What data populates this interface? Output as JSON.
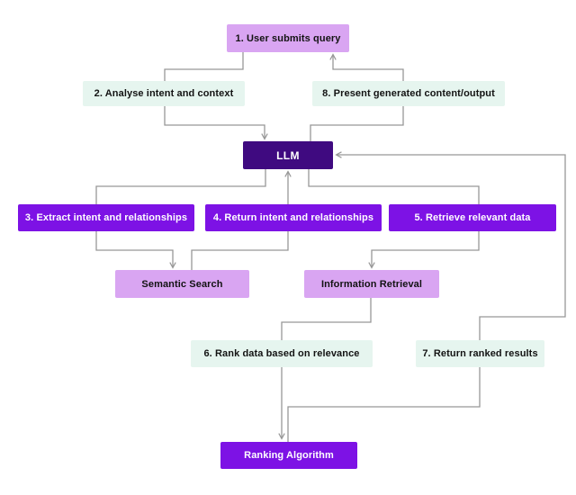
{
  "diagram": {
    "nodes": [
      {
        "id": "user_query",
        "label": "1. User submits query"
      },
      {
        "id": "analyse_intent",
        "label": "2. Analyse intent and context"
      },
      {
        "id": "present_output",
        "label": "8. Present generated content/output"
      },
      {
        "id": "llm",
        "label": "LLM"
      },
      {
        "id": "extract_intent",
        "label": "3. Extract intent and relationships"
      },
      {
        "id": "return_intent",
        "label": "4. Return intent and relationships"
      },
      {
        "id": "retrieve_data",
        "label": "5. Retrieve relevant data"
      },
      {
        "id": "semantic_search",
        "label": "Semantic Search"
      },
      {
        "id": "information_retrieval",
        "label": "Information Retrieval"
      },
      {
        "id": "rank_data",
        "label": "6. Rank data based on relevance"
      },
      {
        "id": "return_ranked",
        "label": "7. Return ranked results"
      },
      {
        "id": "ranking_algorithm",
        "label": "Ranking Algorithm"
      }
    ],
    "edges": [
      {
        "from": "user_query",
        "to": "analyse_intent",
        "arrowhead": false
      },
      {
        "from": "present_output",
        "to": "user_query",
        "arrowhead": true
      },
      {
        "from": "analyse_intent",
        "to": "llm",
        "arrowhead": true
      },
      {
        "from": "llm",
        "to": "present_output",
        "arrowhead": false
      },
      {
        "from": "llm",
        "to": "extract_intent",
        "arrowhead": false
      },
      {
        "from": "return_intent",
        "to": "llm",
        "arrowhead": true
      },
      {
        "from": "llm",
        "to": "retrieve_data",
        "arrowhead": false
      },
      {
        "from": "extract_intent",
        "to": "semantic_search",
        "arrowhead": true
      },
      {
        "from": "semantic_search",
        "to": "return_intent",
        "arrowhead": false
      },
      {
        "from": "retrieve_data",
        "to": "information_retrieval",
        "arrowhead": true
      },
      {
        "from": "information_retrieval",
        "to": "rank_data",
        "arrowhead": false
      },
      {
        "from": "return_ranked",
        "to": "llm",
        "arrowhead": true
      },
      {
        "from": "rank_data",
        "to": "ranking_algorithm",
        "arrowhead": true
      },
      {
        "from": "ranking_algorithm",
        "to": "return_ranked",
        "arrowhead": false
      }
    ],
    "colors": {
      "light_purple": "#d9a5f2",
      "mint": "#e6f5ef",
      "vivid_purple": "#7d12e5",
      "dark_purple": "#3f0a80",
      "connector": "#979797",
      "text_dark": "#131313",
      "text_light": "#ffffff"
    }
  }
}
